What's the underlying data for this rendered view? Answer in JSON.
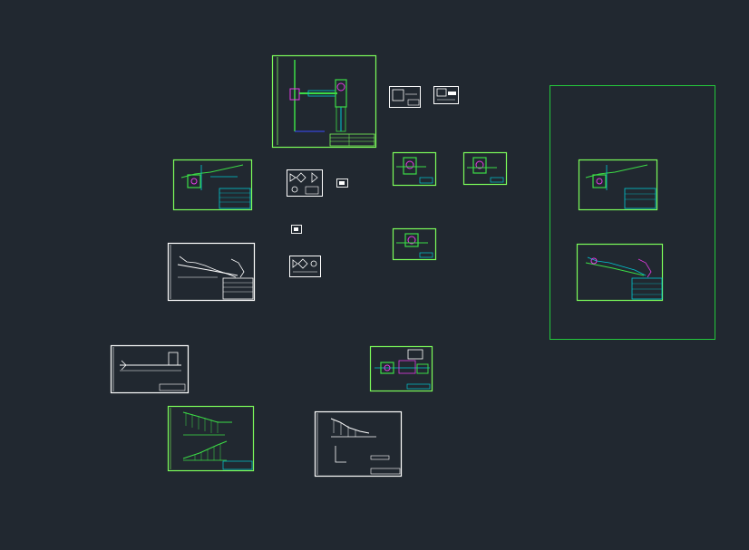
{
  "canvas": {
    "background": "#212830",
    "colors": {
      "sheet_green": "#7CFC5A",
      "sheet_white": "#FFFFFF",
      "line_green": "#3CDC46",
      "line_cyan": "#00C8D2",
      "line_magenta": "#E43CE4",
      "line_blue": "#3C4CFF",
      "line_yellow": "#E6E646",
      "frame_green": "#24C83C"
    }
  },
  "sheets": [
    {
      "id": "column-plan",
      "kind": "elevation"
    },
    {
      "id": "detail-a-small",
      "kind": "detail"
    },
    {
      "id": "detail-b-small",
      "kind": "detail"
    },
    {
      "id": "chute-section-left",
      "kind": "section"
    },
    {
      "id": "nodes-sheet",
      "kind": "detail"
    },
    {
      "id": "tiny-note-1",
      "kind": "note"
    },
    {
      "id": "tiny-note-2",
      "kind": "note"
    },
    {
      "id": "nodes-sheet-2",
      "kind": "detail"
    },
    {
      "id": "plan-green-1",
      "kind": "plan"
    },
    {
      "id": "plan-green-2",
      "kind": "plan"
    },
    {
      "id": "plan-green-3",
      "kind": "plan"
    },
    {
      "id": "conveyor-elevation",
      "kind": "elevation"
    },
    {
      "id": "belt-section-long",
      "kind": "section"
    },
    {
      "id": "pump-station",
      "kind": "detail"
    },
    {
      "id": "incline-profiles",
      "kind": "profile"
    },
    {
      "id": "incline-profile-white",
      "kind": "profile"
    },
    {
      "id": "frame-chute-copy",
      "kind": "section"
    },
    {
      "id": "frame-conveyor-copy",
      "kind": "elevation"
    }
  ]
}
